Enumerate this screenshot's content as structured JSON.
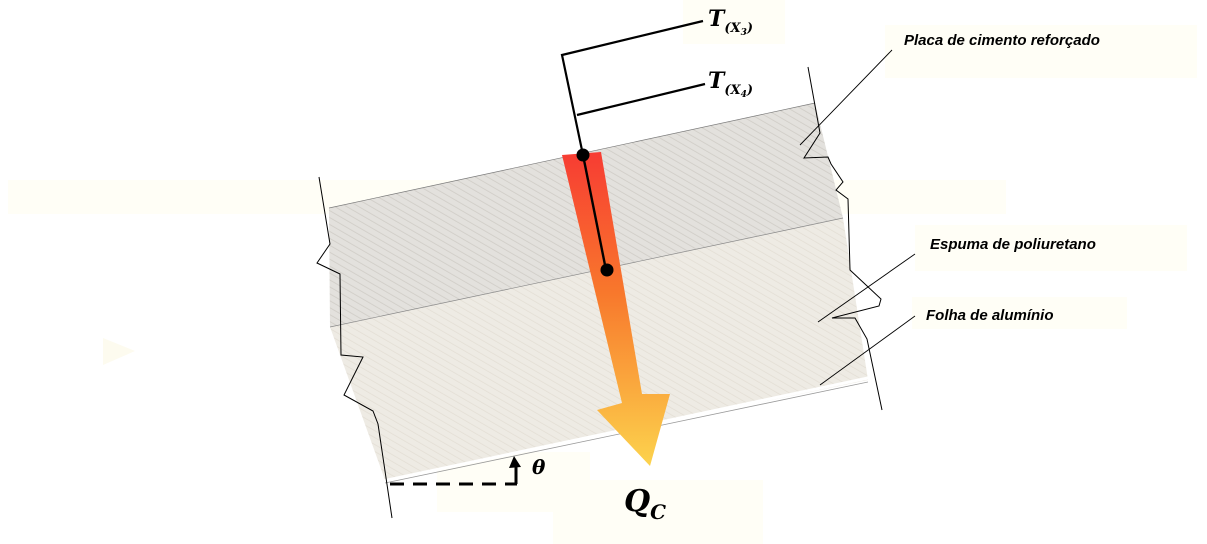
{
  "labels": {
    "cement_board": "Placa de cimento reforçado",
    "pu_foam": "Espuma de poliuretano",
    "aluminum_foil": "Folha de alumínio"
  },
  "symbols": {
    "t_x3": {
      "main": "T",
      "sub": "(X",
      "subsub": "3",
      "close": ")"
    },
    "t_x4": {
      "main": "T",
      "sub": "(X",
      "subsub": "4",
      "close": ")"
    },
    "q_c": {
      "main": "Q",
      "sub": "C"
    },
    "theta": "θ"
  },
  "colors": {
    "cement_fill": "#dedcd8",
    "foam_fill": "#ece8e0",
    "arrow_top": "#f73c33",
    "arrow_bottom": "#fcd34d",
    "label_bg": "#fffef6"
  }
}
